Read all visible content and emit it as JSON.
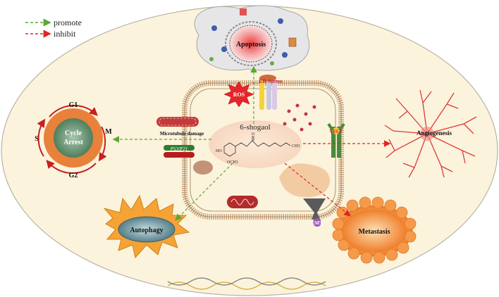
{
  "legend": {
    "promote": "promote",
    "inhibit": "inhibit",
    "promote_color": "#5aa832",
    "inhibit_color": "#e02424"
  },
  "center": {
    "compound": "6-shogaol",
    "chem_ho": "HO",
    "chem_och3": "OCH3",
    "chem_ch3": "CH3",
    "chem_o": "O"
  },
  "labels": {
    "apoptosis": "Apoptosis",
    "ros": "ROS",
    "er_stress": "ER Stress",
    "vegf": "VEGF",
    "angiogenesis": "Angiogenesis",
    "microtubule": "Microtubule damage",
    "p53p21": "P53/P21",
    "cycle": "Cycle",
    "arrest": "Arrest",
    "g1": "G1",
    "g2": "G2",
    "s": "S",
    "m": "M",
    "autophagy": "Autophagy",
    "metastasis": "Metastasis",
    "emt": "EMT"
  },
  "colors": {
    "ellipse_fill": "#fbf3dc",
    "ellipse_stroke": "#b9b3a3",
    "membrane": "#c8a27a",
    "apoptosis_fill": "#f4a5a5",
    "cycle_outer": "#e8813a",
    "cycle_inner": "#6f9a7a",
    "autophagy_outer": "#f5a335",
    "autophagy_inner": "#6e96a0",
    "metastasis_fill": "#f59a4a",
    "angio_red": "#e03a3a"
  }
}
